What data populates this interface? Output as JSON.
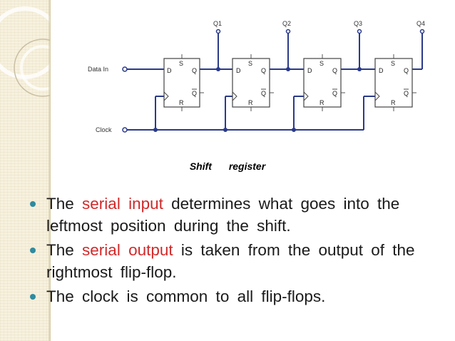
{
  "diagram": {
    "output_labels": [
      "Q1",
      "Q2",
      "Q3",
      "Q4"
    ],
    "data_in_label": "Data In",
    "clock_label": "Clock",
    "flipflop": {
      "d": "D",
      "s": "S",
      "q": "Q",
      "r": "R",
      "qbar": "Q"
    }
  },
  "caption": {
    "word1": "Shift",
    "word2": "register"
  },
  "bullets": [
    {
      "pre": "The",
      "hl": "serial  input",
      "post": "determines  what  goes into  the  leftmost  position  during  the  shift."
    },
    {
      "pre": "The",
      "hl": "serial  output",
      "post": "is  taken  from  the  output of  the  rightmost  flip-flop."
    },
    {
      "pre": "The  clock  is  common  to  all  flip-flops.",
      "hl": "",
      "post": ""
    }
  ],
  "colors": {
    "highlight": "#d02a2a",
    "bullet": "#2e8ba0",
    "wire": "#2a3a8a",
    "panel": "#f7f1de"
  }
}
